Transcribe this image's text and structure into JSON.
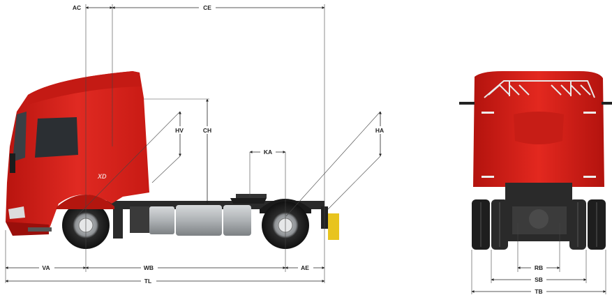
{
  "dimensions": {
    "ac": "AC",
    "ce": "CE",
    "hv": "HV",
    "ch": "CH",
    "ka": "KA",
    "ha": "HA",
    "va": "VA",
    "wb": "WB",
    "ae": "AE",
    "tl": "TL",
    "rb": "RB",
    "sb": "SB",
    "tb": "TB"
  },
  "truck": {
    "model_badge": "XD",
    "body_color": "#d8201c",
    "body_dark": "#a51410",
    "chassis_color": "#2a2a2a",
    "tank_color": "#b9bdc0",
    "light_color": "#e8c41e"
  }
}
